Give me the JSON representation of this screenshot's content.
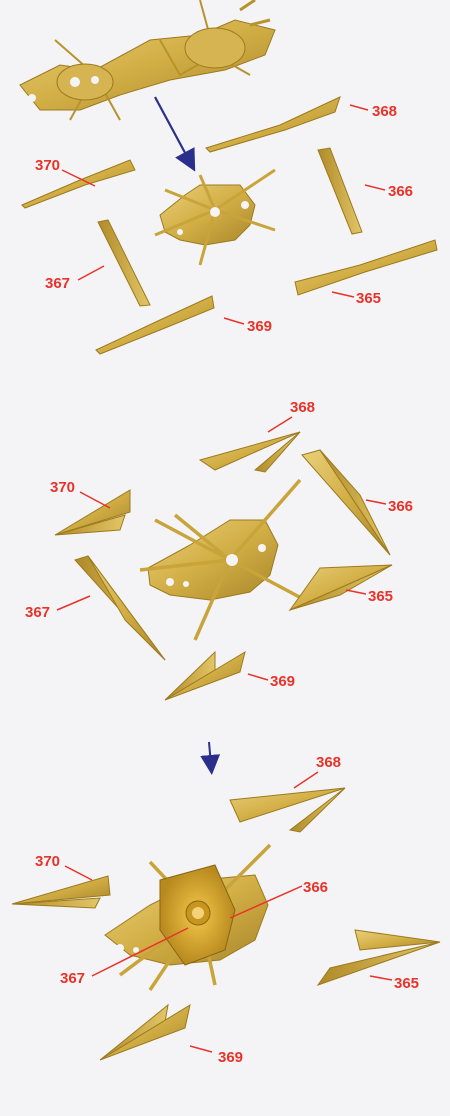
{
  "colors": {
    "background": "#f4f4f6",
    "brass_light": "#e2c35a",
    "brass_mid": "#c9a43a",
    "brass_dark": "#9c7a1e",
    "label_red": "#e8332a",
    "arrow_blue": "#2b2f8c"
  },
  "panels": [
    {
      "step": 1,
      "arrow": "down-arrow",
      "labels": [
        "368",
        "370",
        "366",
        "367",
        "365",
        "369"
      ]
    },
    {
      "step": 2,
      "labels": [
        "368",
        "370",
        "366",
        "367",
        "365",
        "369"
      ]
    },
    {
      "step": 3,
      "arrow": "down-arrow",
      "labels": [
        "368",
        "370",
        "366",
        "367",
        "365",
        "369"
      ]
    }
  ]
}
